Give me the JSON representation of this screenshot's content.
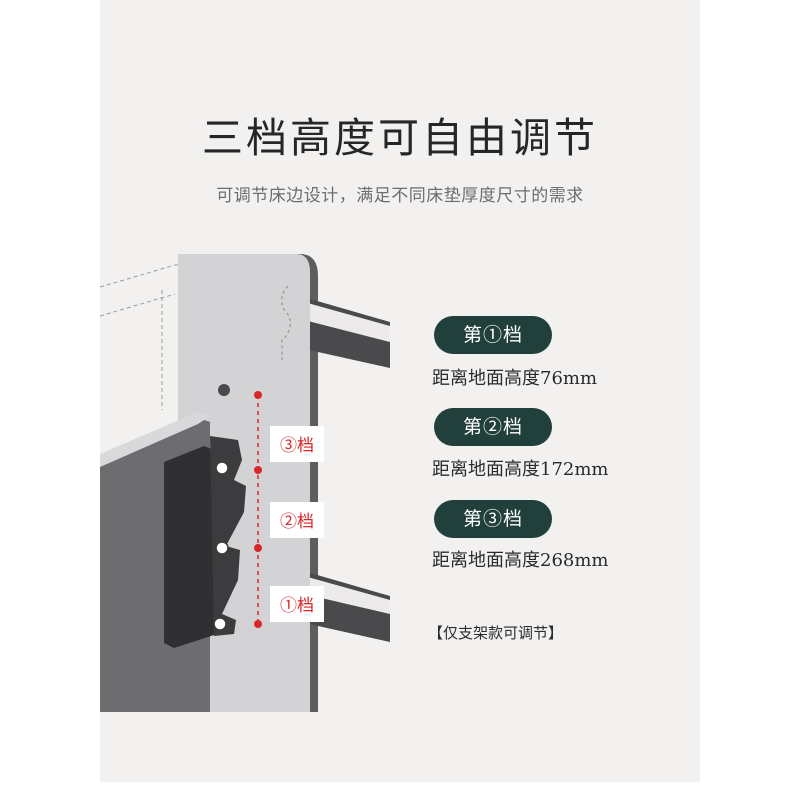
{
  "title": "三档高度可自由调节",
  "subtitle": "可调节床边设计，满足不同床垫厚度尺寸的需求",
  "levels": [
    {
      "label": "第①档",
      "spec": "距离地面高度76mm",
      "marker": "①档"
    },
    {
      "label": "第②档",
      "spec": "距离地面高度172mm",
      "marker": "②档"
    },
    {
      "label": "第③档",
      "spec": "距离地面高度268mm",
      "marker": "③档"
    }
  ],
  "note": "【仅支架款可调节】",
  "colors": {
    "pill_background": "#22403b",
    "accent_red": "#d9262b",
    "panel_background": "#f3f1f0"
  }
}
